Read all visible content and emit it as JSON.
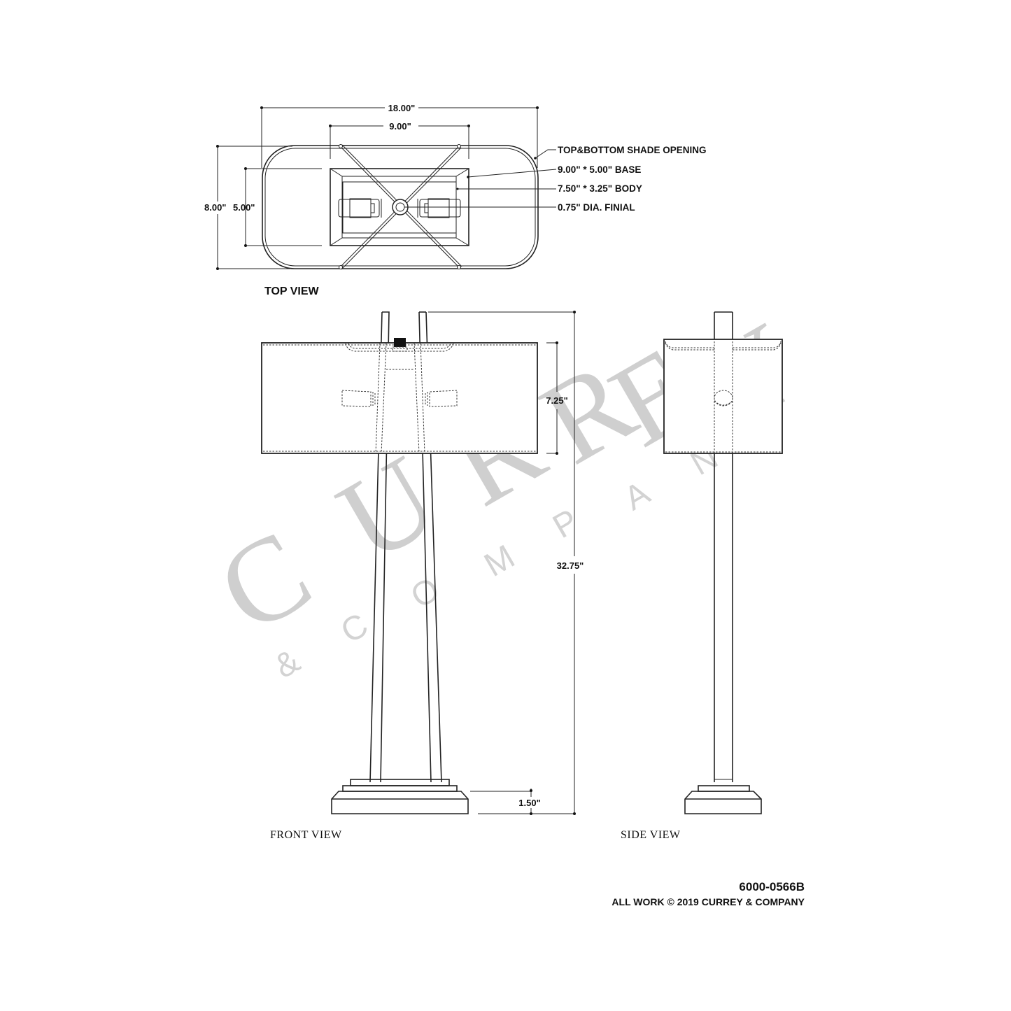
{
  "watermark": {
    "brand": "CURREY",
    "brand_letters": [
      "C",
      "U",
      "R",
      "R",
      "E",
      "Y"
    ],
    "sub": "& COMPANY",
    "sub_letters": [
      "&",
      "C",
      "O",
      "M",
      "P",
      "A",
      "N",
      "Y"
    ],
    "color": "#cfcfcf"
  },
  "top_view": {
    "label": "TOP VIEW",
    "dims": {
      "overall_width": "18.00\"",
      "base_width": "9.00\"",
      "overall_depth": "8.00\"",
      "base_depth": "5.00\""
    },
    "callouts": [
      {
        "text": "TOP&BOTTOM SHADE OPENING"
      },
      {
        "text": "9.00\" * 5.00\"  BASE"
      },
      {
        "text": "7.50\" * 3.25\"  BODY"
      },
      {
        "text": "0.75\" DIA. FINIAL"
      }
    ]
  },
  "front_view": {
    "label": "FRONT  VIEW",
    "dims": {
      "shade_height": "7.25\"",
      "overall_height": "32.75\"",
      "base_height": "1.50\""
    }
  },
  "side_view": {
    "label": "SIDE  VIEW"
  },
  "title_block": {
    "part_number": "6000-0566B",
    "copyright": "ALL WORK © 2019 CURREY & COMPANY"
  }
}
